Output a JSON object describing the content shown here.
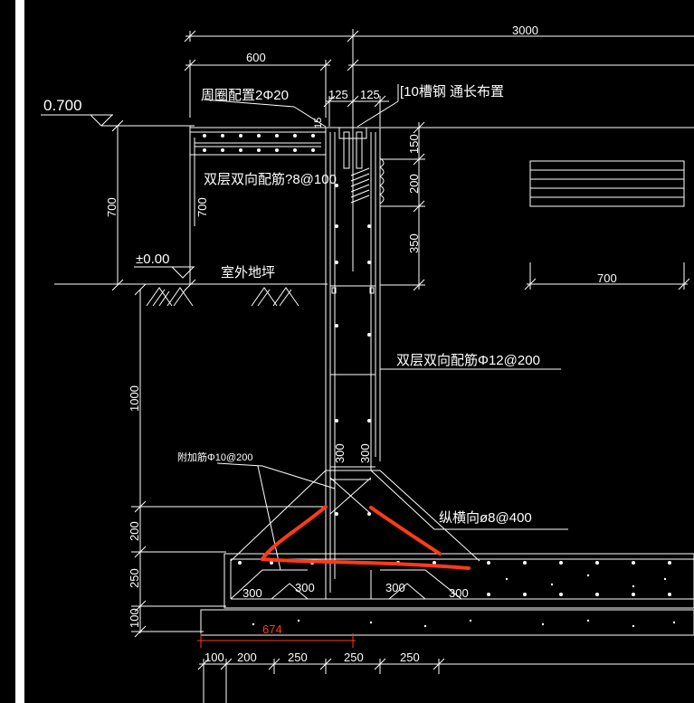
{
  "dimensions": {
    "top_total": "3000",
    "top_left": "600",
    "top_wall_a": "125",
    "top_wall_b": "125",
    "left_700_a": "700",
    "left_700_b": "700",
    "right_150": "150",
    "right_200": "200",
    "right_350": "350",
    "right_table_700": "700",
    "left_1000": "1000",
    "left_200": "200",
    "left_250": "250",
    "left_100": "100",
    "haunch_300_a": "300",
    "haunch_300_b": "300",
    "foot_300_a": "300",
    "foot_300_b": "300",
    "foot_300_c": "300",
    "foot_300_d": "300",
    "bottom_100": "100",
    "bottom_200": "200",
    "bottom_250_a": "250",
    "bottom_250_b": "250",
    "bottom_250_c": "250",
    "red_674": "674",
    "small_15": "15"
  },
  "elevations": {
    "top": "0.700",
    "ground": "±0.00"
  },
  "labels": {
    "ring_rebar": "周圈配置2Φ20",
    "channel_steel": "[10槽钢 通长布置",
    "double_layer_top": "双层双向配筋?8@100",
    "outdoor_ground": "室外地坪",
    "double_layer_wall": "双层双向配筋Φ12@200",
    "additional_rebar": "附加筋Φ10@200",
    "longitudinal": "纵横向ø8@400"
  },
  "colors": {
    "background": "#000000",
    "lines": "#ffffff",
    "markup": "#ff3a1a"
  }
}
